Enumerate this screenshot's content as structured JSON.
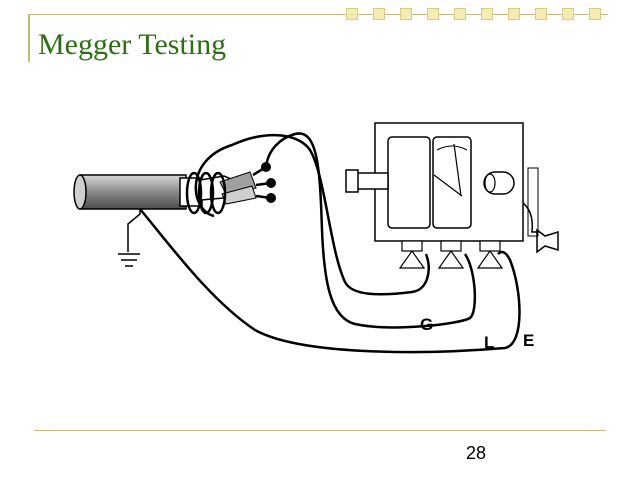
{
  "slide": {
    "title": "Megger Testing",
    "page_number": "28"
  },
  "diagram": {
    "terminals": {
      "guard": "G",
      "line": "L",
      "earth": "E"
    }
  },
  "colors": {
    "title": "#2f6e17",
    "accent_line": "#c8b87a",
    "accent_square": "#f3ecb5"
  }
}
